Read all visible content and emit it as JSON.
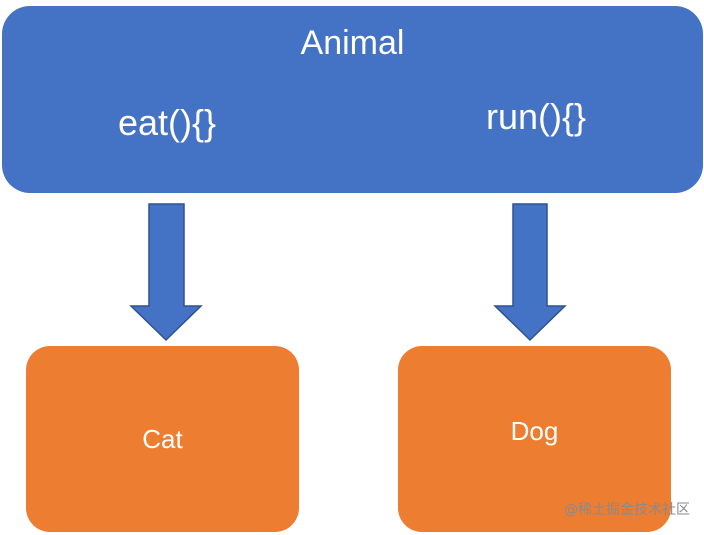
{
  "parent": {
    "title": "Animal",
    "methods": [
      "eat(){}",
      "run(){}"
    ]
  },
  "children": [
    "Cat",
    "Dog"
  ],
  "watermark": "@稀土掘金技术社区",
  "colors": {
    "parent_fill": "#4472c4",
    "child_fill": "#ed7d31",
    "arrow_fill": "#4472c4",
    "arrow_stroke": "#2f528f"
  }
}
